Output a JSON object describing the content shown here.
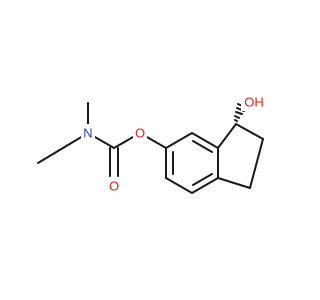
{
  "labels": {
    "nitrogen": "N",
    "ester_oxygen": "O",
    "carbonyl_oxygen": "O",
    "hydroxyl": "OH"
  },
  "colors": {
    "bond": "#1a1a1a",
    "nitrogen": "#1f3fcf",
    "oxygen": "#e0231b",
    "background": "#ffffff"
  }
}
